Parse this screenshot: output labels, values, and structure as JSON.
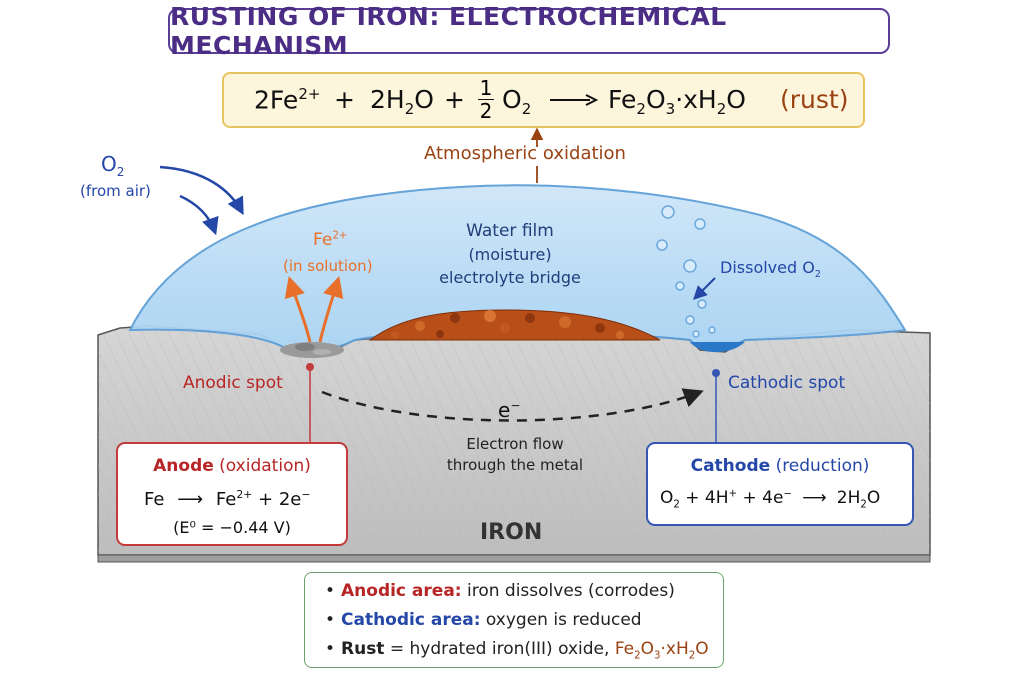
{
  "title": "RUSTING OF IRON: ELECTROCHEMICAL MECHANISM",
  "equation": {
    "lhs1": "2Fe",
    "lhs1_sup": "2+",
    "plus1": "+",
    "lhs2": "2H",
    "lhs2_sub": "2",
    "lhs2_tail": "O",
    "plus2": "+",
    "frac_num": "1",
    "frac_den": "2",
    "o2": "O",
    "o2_sub": "2",
    "product": "Fe",
    "p_sub1": "2",
    "p_o": "O",
    "p_sub2": "3",
    "p_tail": "·xH",
    "p_sub3": "2",
    "p_tail2": "O",
    "rust": "(rust)"
  },
  "labels": {
    "atmospheric": "Atmospheric oxidation",
    "o2_air": "O",
    "o2_air_sub": "2",
    "from_air": "(from air)",
    "fe_ion": "Fe",
    "fe_ion_sup": "2+",
    "in_solution": "(in solution)",
    "water_film": "Water film",
    "moisture": "(moisture)",
    "electrolyte": "electrolyte bridge",
    "dissolved": "Dissolved O",
    "dissolved_sub": "2",
    "anodic_spot": "Anodic spot",
    "cathodic_spot": "Cathodic spot",
    "electron": "e",
    "electron_sup": "−",
    "electron_flow1": "Electron flow",
    "electron_flow2": "through the metal",
    "iron": "IRON"
  },
  "anode": {
    "title": "Anode",
    "title_paren": "(oxidation)",
    "eq_left": "Fe",
    "eq_right": "Fe",
    "eq_right_sup": "2+",
    "eq_tail": "+ 2e",
    "eq_tail_sup": "−",
    "potential": "(E⁰ = −0.44 V)"
  },
  "cathode": {
    "title": "Cathode",
    "title_paren": "(reduction)",
    "eq_a": "O",
    "eq_a_sub": "2",
    "eq_b": "+ 4H",
    "eq_b_sup": "+",
    "eq_c": "+ 4e",
    "eq_c_sup": "−",
    "eq_d": "2H",
    "eq_d_sub": "2",
    "eq_e": "O"
  },
  "summary": [
    {
      "key": "Anodic area:",
      "text": "iron dissolves (corrodes)",
      "color": "#b82525"
    },
    {
      "key": "Cathodic area:",
      "text": "oxygen is reduced",
      "color": "#2447a8"
    },
    {
      "key": "Rust",
      "text": "= hydrated iron(III) oxide,",
      "color": "#222222",
      "formula": "Fe",
      "f1": "2",
      "f2": "O",
      "f3": "3",
      "f4": "·xH",
      "f5": "2",
      "f6": "O"
    }
  ],
  "colors": {
    "anode": "#c33b3b",
    "cathode": "#3656b4",
    "rust": "#a94715",
    "water": "#9fcdf0",
    "iron": "#c9c9c9",
    "title": "#4b2d86"
  }
}
